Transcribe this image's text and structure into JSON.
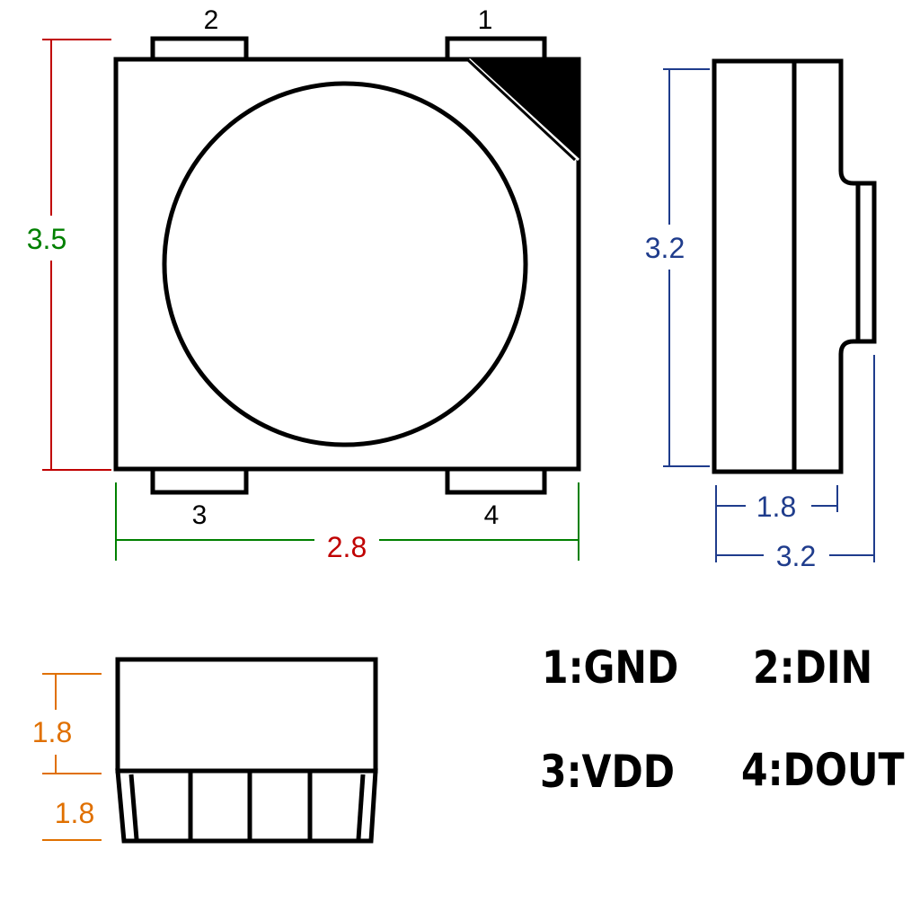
{
  "top_view": {
    "pins": {
      "p1": "1",
      "p2": "2",
      "p3": "3",
      "p4": "4"
    },
    "height_dim": "3.5",
    "width_dim": "2.8"
  },
  "side_view": {
    "height_dim": "3.2",
    "body_depth_dim": "1.8",
    "total_depth_dim": "3.2"
  },
  "front_view": {
    "upper_dim": "1.8",
    "lower_dim": "1.8"
  },
  "pinout": [
    {
      "label": "1:GND"
    },
    {
      "label": "2:DIN"
    },
    {
      "label": "3:VDD"
    },
    {
      "label": "4:DOUT"
    }
  ],
  "colors": {
    "red": "#c00000",
    "green": "#008000",
    "blue": "#1f3c8c",
    "orange": "#e07000",
    "outline": "#000000"
  }
}
